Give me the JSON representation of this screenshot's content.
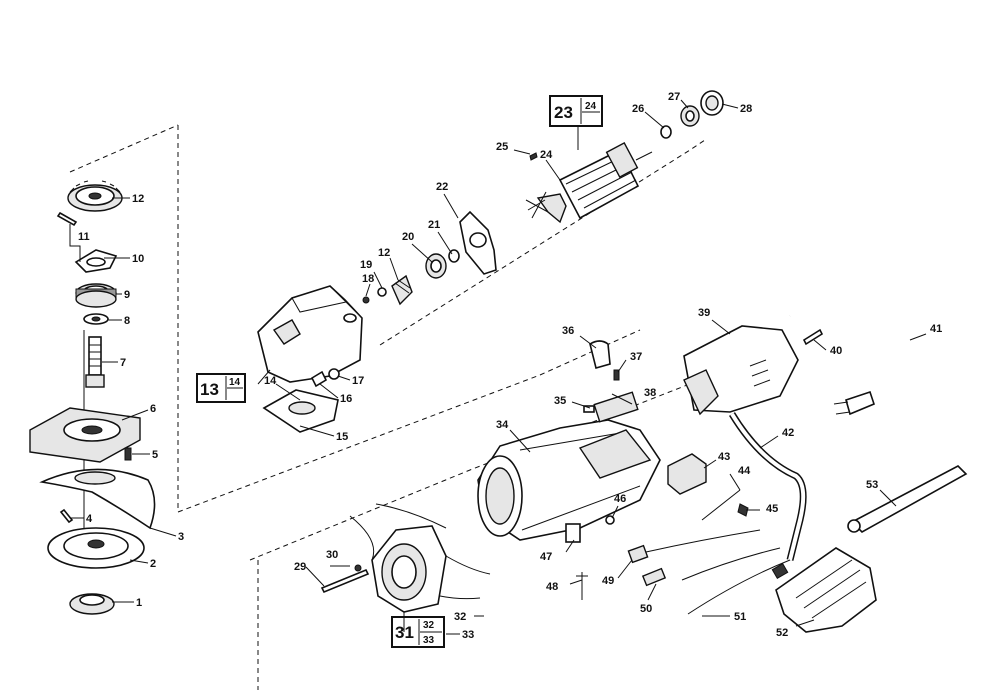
{
  "callouts": [
    {
      "id": "c1",
      "text": "1"
    },
    {
      "id": "c2",
      "text": "2"
    },
    {
      "id": "c3",
      "text": "3"
    },
    {
      "id": "c4",
      "text": "4"
    },
    {
      "id": "c5",
      "text": "5"
    },
    {
      "id": "c6",
      "text": "6"
    },
    {
      "id": "c7",
      "text": "7"
    },
    {
      "id": "c8",
      "text": "8"
    },
    {
      "id": "c9",
      "text": "9"
    },
    {
      "id": "c10",
      "text": "10"
    },
    {
      "id": "c11",
      "text": "11"
    },
    {
      "id": "c12a",
      "text": "12"
    },
    {
      "id": "c12b",
      "text": "12"
    },
    {
      "id": "c14",
      "text": "14"
    },
    {
      "id": "c15",
      "text": "15"
    },
    {
      "id": "c16",
      "text": "16"
    },
    {
      "id": "c17",
      "text": "17"
    },
    {
      "id": "c18",
      "text": "18"
    },
    {
      "id": "c19",
      "text": "19"
    },
    {
      "id": "c20",
      "text": "20"
    },
    {
      "id": "c21",
      "text": "21"
    },
    {
      "id": "c22",
      "text": "22"
    },
    {
      "id": "c24",
      "text": "24"
    },
    {
      "id": "c25",
      "text": "25"
    },
    {
      "id": "c26",
      "text": "26"
    },
    {
      "id": "c27",
      "text": "27"
    },
    {
      "id": "c28",
      "text": "28"
    },
    {
      "id": "c29",
      "text": "29"
    },
    {
      "id": "c30",
      "text": "30"
    },
    {
      "id": "c32",
      "text": "32"
    },
    {
      "id": "c33",
      "text": "33"
    },
    {
      "id": "c34",
      "text": "34"
    },
    {
      "id": "c35",
      "text": "35"
    },
    {
      "id": "c36",
      "text": "36"
    },
    {
      "id": "c37",
      "text": "37"
    },
    {
      "id": "c38",
      "text": "38"
    },
    {
      "id": "c39",
      "text": "39"
    },
    {
      "id": "c40",
      "text": "40"
    },
    {
      "id": "c41",
      "text": "41"
    },
    {
      "id": "c42",
      "text": "42"
    },
    {
      "id": "c43",
      "text": "43"
    },
    {
      "id": "c44",
      "text": "44"
    },
    {
      "id": "c45",
      "text": "45"
    },
    {
      "id": "c46",
      "text": "46"
    },
    {
      "id": "c47",
      "text": "47"
    },
    {
      "id": "c48",
      "text": "48"
    },
    {
      "id": "c49",
      "text": "49"
    },
    {
      "id": "c50",
      "text": "50"
    },
    {
      "id": "c51",
      "text": "51"
    },
    {
      "id": "c52",
      "text": "52"
    },
    {
      "id": "c53",
      "text": "53"
    }
  ],
  "assemblies": {
    "gear_case": {
      "main": "13",
      "sub": "14"
    },
    "armature": {
      "main": "23",
      "sub": "24"
    },
    "field": {
      "main": "31",
      "sub_top": "32",
      "sub_bottom": "33"
    }
  },
  "colors": {
    "ink": "#111111",
    "paper": "#ffffff"
  }
}
